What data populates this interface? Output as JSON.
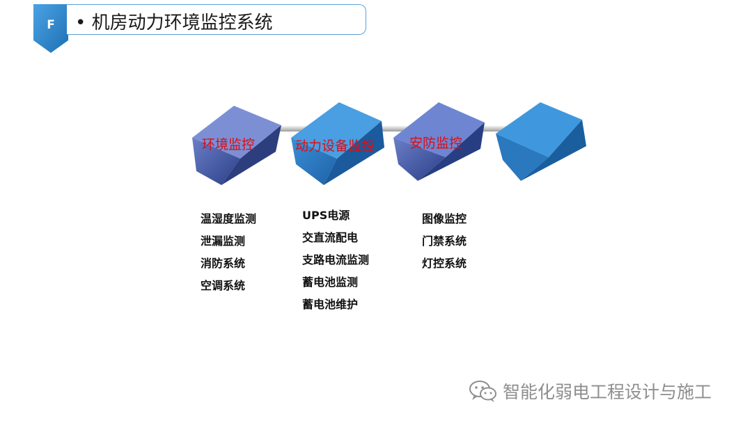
{
  "header": {
    "badge_letter": "F",
    "title": "• 机房动力环境监控系统"
  },
  "diagram": {
    "nodes": [
      {
        "label": "环境监控",
        "items": [
          "温湿度监测",
          "泄漏监测",
          "消防系统",
          "空调系统"
        ]
      },
      {
        "label": "动力设备监控",
        "items": [
          "UPS电源",
          "交直流配电",
          "支路电流监测",
          "蓄电池监测",
          "蓄电池维护"
        ]
      },
      {
        "label": "安防监控",
        "items": [
          "图像监控",
          "门禁系统",
          "灯控系统"
        ]
      },
      {
        "label": "",
        "items": []
      }
    ]
  },
  "watermark": {
    "text": "智能化弱电工程设计与施工",
    "icon": "wechat-icon"
  },
  "colors": {
    "badge": "#2f86c9",
    "cube_front": "#2b79c0",
    "cube_top": "#3e95d8",
    "cube_side": "#1a5a96",
    "label": "#e0101a"
  }
}
